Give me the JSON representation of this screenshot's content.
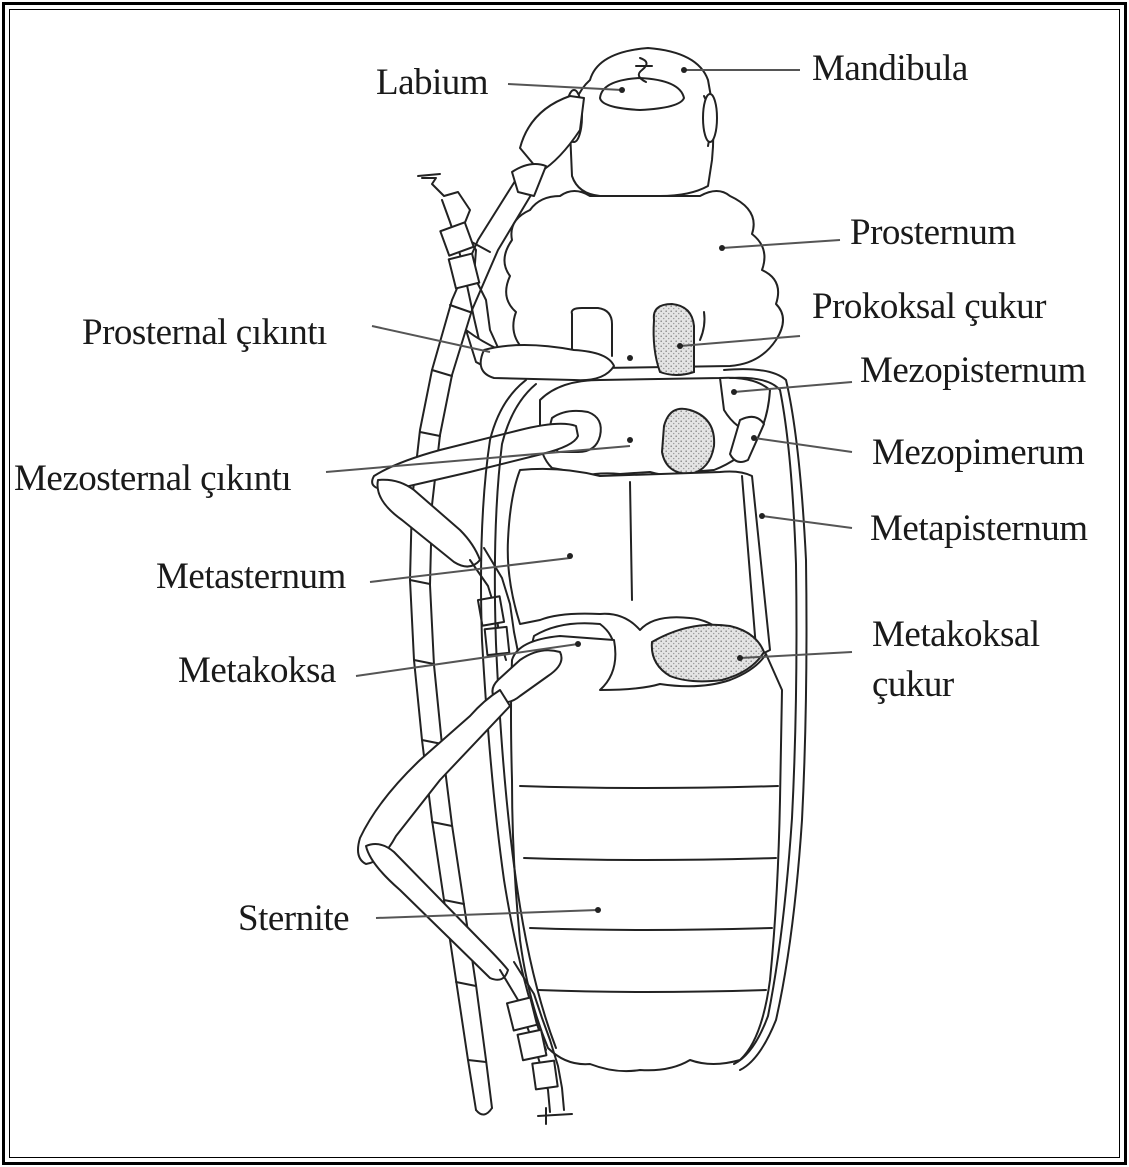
{
  "labels": {
    "labium": "Labium",
    "mandibula": "Mandibula",
    "prosternum": "Prosternum",
    "prokoksal_cukur": "Prokoksal  çukur",
    "prosternal_cikinti": "Prosternal çıkıntı",
    "mezopisternum": "Mezopisternum",
    "mezopimerum": "Mezopimerum",
    "mezosternal_cikinti": "Mezosternal  çıkıntı",
    "metapisternum": "Metapisternum",
    "metasternum": "Metasternum",
    "metakoksal_cukur_line1": "Metakoksal",
    "metakoksal_cukur_line2": "çukur",
    "metakoksa": "Metakoksa",
    "sternite": "Sternite"
  },
  "colors": {
    "ink": "#222222",
    "frame": "#000000",
    "stipple": "#bbbbbb"
  }
}
